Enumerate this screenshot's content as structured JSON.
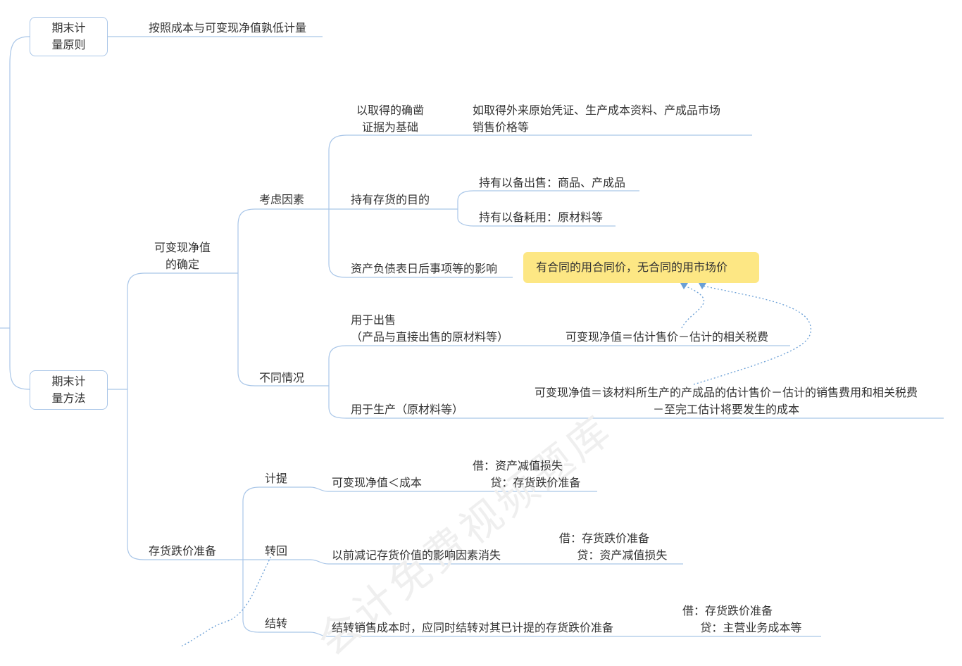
{
  "watermark": "会计免费视频题库",
  "colors": {
    "line": "#a9c6e8",
    "dotted": "#6a9fd6",
    "highlight": "#fde784",
    "text": "#333333"
  },
  "nodes": {
    "period_end_principle": "期末计\n量原则",
    "principle_detail": "按照成本与可变现净值孰低计量",
    "period_end_method": "期末计\n量方法",
    "nrv_determination": "可变现净值\n的确定",
    "consider_factors": "考虑因素",
    "reliable_evidence": "以取得的确凿\n证据为基础",
    "evidence_detail": "如取得外来原始凭证、生产成本资料、产成品市场\n销售价格等",
    "holding_purpose": "持有存货的目的",
    "hold_for_sale": "持有以备出售：商品、产成品",
    "hold_for_use": "持有以备耗用：原材料等",
    "post_balance_events": "资产负债表日后事项等的影响",
    "contract_price": "有合同的用合同价，无合同的用市场价",
    "different_situations": "不同情况",
    "for_sale": "用于出售\n（产品与直接出售的原材料等）",
    "for_sale_formula": "可变现净值＝估计售价－估计的相关税费",
    "for_production": "用于生产（原材料等）",
    "for_production_formula": "可变现净值＝该材料所生产的产成品的估计售价－估计的销售费用和相关税费\n－至完工估计将要发生的成本",
    "impairment_provision": "存货跌价准备",
    "accrue": "计提",
    "accrue_condition": "可变现净值＜成本",
    "accrue_entry": "借：资产减值损失\n     贷：存货跌价准备",
    "reverse": "转回",
    "reverse_condition": "以前减记存货价值的影响因素消失",
    "reverse_entry": "借：存货跌价准备\n     贷：资产减值损失",
    "carry_over": "结转",
    "carry_over_condition": "结转销售成本时，应同时结转对其已计提的存货跌价准备",
    "carry_over_entry": "借：存货跌价准备\n     贷：主营业务成本等"
  }
}
